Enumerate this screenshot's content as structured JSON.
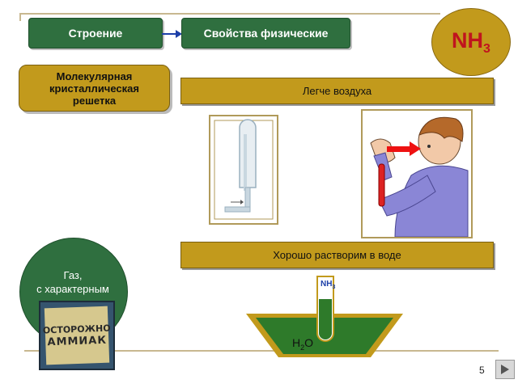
{
  "header": {
    "structure_label": "Строение",
    "physical_label": "Свойства физические",
    "formula_main": "NH",
    "formula_sub": "3"
  },
  "left": {
    "lattice_label": "Молекулярная кристаллическая решетка",
    "gas_label_line1": "Газ,",
    "gas_label_line2": "с характерным",
    "sign_line1": "ОСТОРОЖНО",
    "sign_line2": "АММИАК"
  },
  "properties": {
    "lighter_than_air": "Легче воздуха",
    "soluble_in_water": "Хорошо растворим в воде"
  },
  "experiment": {
    "tube_label_main": "NH",
    "tube_label_sub": "3",
    "water_label_main": "H",
    "water_label_sub": "2",
    "water_label_end": "O"
  },
  "footer": {
    "page_number": "5"
  },
  "colors": {
    "green": "#2f6f3f",
    "gold": "#c29a1c",
    "red": "#c0141e",
    "water": "#2e7a2a"
  }
}
